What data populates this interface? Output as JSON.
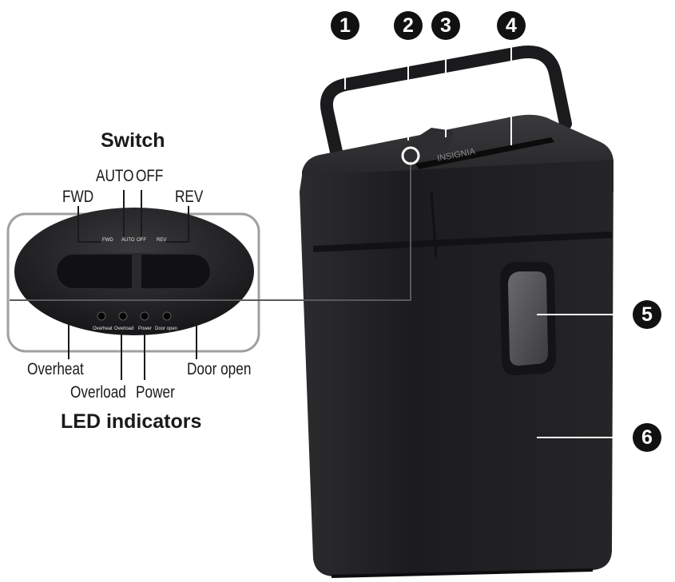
{
  "switch_panel": {
    "title": "Switch",
    "labels": {
      "fwd": "FWD",
      "auto": "AUTO",
      "off": "OFF",
      "rev": "REV"
    },
    "panel_text": {
      "fwd": "FWD",
      "auto": "AUTO",
      "off": "OFF",
      "rev": "REV"
    }
  },
  "led_panel": {
    "title": "LED indicators",
    "labels": {
      "overheat": "Overheat",
      "overload": "Overload",
      "power": "Power",
      "door_open": "Door open"
    },
    "panel_text": {
      "overheat": "Overheat",
      "overload": "Overload",
      "power": "Power",
      "door_open": "Door open"
    }
  },
  "brand": "INSIGNIA",
  "callouts": [
    "1",
    "2",
    "3",
    "4",
    "5",
    "6"
  ],
  "colors": {
    "body": "#1f1f21",
    "callout": "#111111",
    "frame": "#a0a0a0",
    "text": "#1a1a1a"
  }
}
